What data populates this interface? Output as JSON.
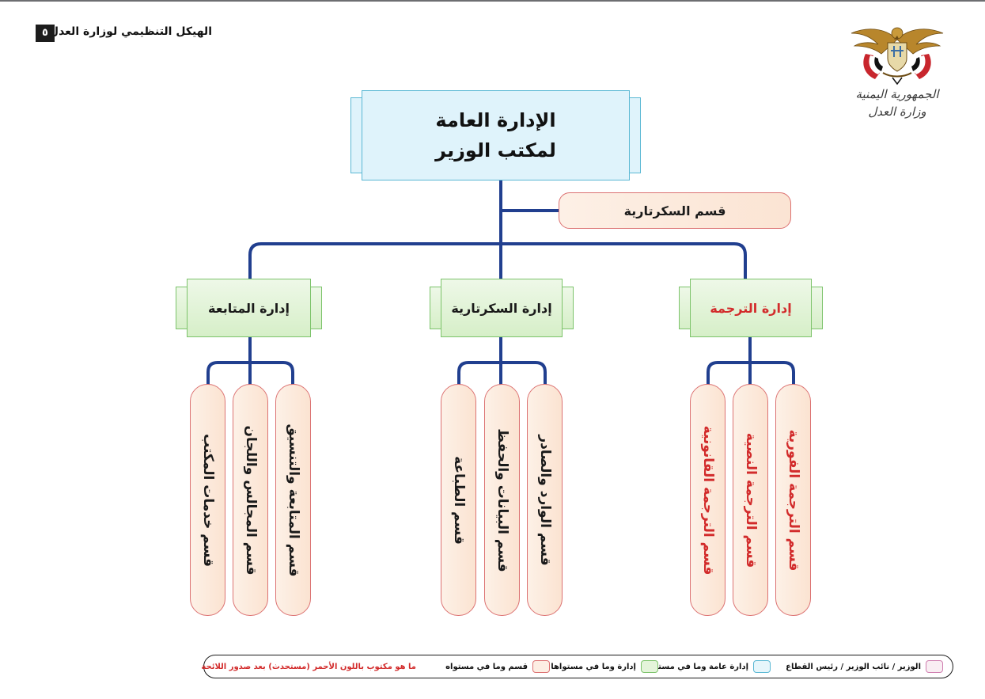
{
  "header": {
    "title": "الهيكل التنظيمي لوزارة العدل",
    "page_number": "٥"
  },
  "emblem": {
    "line1": "الجمهورية اليمنية",
    "line2": "وزارة العدل"
  },
  "main_box": {
    "line1": "الإدارة العامة",
    "line2": "لمكتب الوزير"
  },
  "secretariat_section": "قسم السكرتارية",
  "departments": [
    {
      "label": "إدارة الترجمة",
      "red": true,
      "sections": [
        {
          "label": "قسم الترجمة الفورية",
          "red": true
        },
        {
          "label": "قسم الترجمة النصية",
          "red": true
        },
        {
          "label": "قسم الترجمة القانونية",
          "red": true
        }
      ]
    },
    {
      "label": "إدارة السكرتارية",
      "red": false,
      "sections": [
        {
          "label": "قسم الوارد والصادر",
          "red": false
        },
        {
          "label": "قسم البيانات والحفظ",
          "red": false
        },
        {
          "label": "قسم الطباعة",
          "red": false
        }
      ]
    },
    {
      "label": "إدارة المتابعة",
      "red": false,
      "sections": [
        {
          "label": "قسم المتابعة والتنسيق",
          "red": false
        },
        {
          "label": "قسم المجالس واللجان",
          "red": false
        },
        {
          "label": "قسم خدمات المكتب",
          "red": false
        }
      ]
    }
  ],
  "legend": {
    "minister": "الوزير / نائب الوزير / رئيس القطاع",
    "general_admin": "إدارة عامة وما في مستواها",
    "admin": "إدارة وما في مستواها",
    "section": "قسم وما في مستواه",
    "note": "ما هو مكتوب باللون الأحمر (مستحدث) بعد صدور اللائحة"
  },
  "colors": {
    "connector": "#213f8f",
    "new_item_red": "#d22b2b",
    "section_border": "#dc7272",
    "admin_border": "#7cc36a",
    "general_admin_border": "#5bb8d4",
    "minister_border": "#d07fb0"
  }
}
